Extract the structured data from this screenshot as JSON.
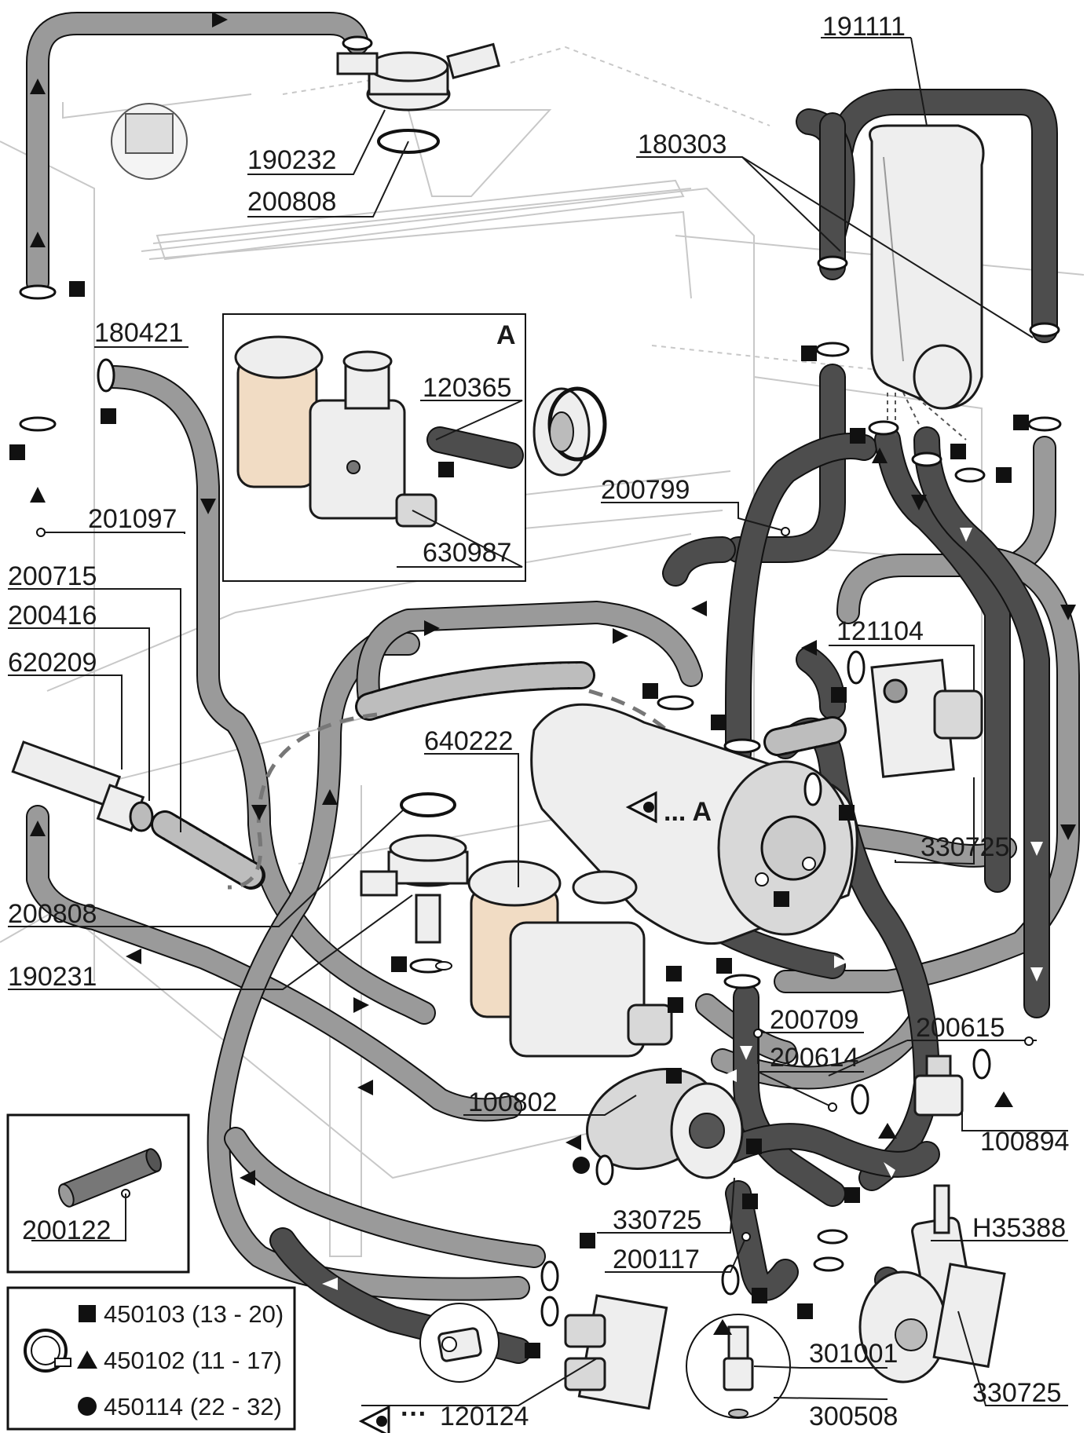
{
  "labels": {
    "p191111": "191111",
    "p180303": "180303",
    "p190232": "190232",
    "p200808_top": "200808",
    "p180421": "180421",
    "p120365": "120365",
    "p201097": "201097",
    "p630987": "630987",
    "p200799": "200799",
    "p200715": "200715",
    "p200416": "200416",
    "p620209": "620209",
    "p121104": "121104",
    "p640222": "640222",
    "p330725_right": "330725",
    "p200808_mid": "200808",
    "p190231": "190231",
    "p200709": "200709",
    "p200615": "200615",
    "p200614": "200614",
    "p100802": "100802",
    "p100894": "100894",
    "p200122": "200122",
    "pH35388": "H35388",
    "p330725_mid": "330725",
    "p200117": "200117",
    "p301001": "301001",
    "p330725_bottom": "330725",
    "p300508": "300508",
    "p120124": "120124"
  },
  "detail_a": {
    "letter": "A",
    "view_ref": "... A",
    "view_ref_bottom": "···"
  },
  "legend": {
    "items": [
      {
        "symbol": "square",
        "text": "450103 (13 - 20)"
      },
      {
        "symbol": "triangle",
        "text": "450102 (11 - 17)"
      },
      {
        "symbol": "circle",
        "text": "450114 (22 - 32)"
      }
    ]
  },
  "colors": {
    "hose_dark": "#4d4d4d",
    "hose_light": "#9a9a9a",
    "tank_tint": "#f1dcc4",
    "outline": "#1a1a1a"
  }
}
